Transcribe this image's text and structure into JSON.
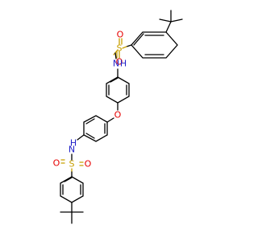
{
  "molecule": {
    "atom_labels": {
      "oxygen": "O",
      "sulfur": "S",
      "nitrogen": "N",
      "hydrogen": "H"
    },
    "colors": {
      "bond": "#000000",
      "oxygen": "#e60000",
      "sulfur": "#c8a000",
      "nitrogen": "#2020c8",
      "background": "#ffffff"
    }
  }
}
